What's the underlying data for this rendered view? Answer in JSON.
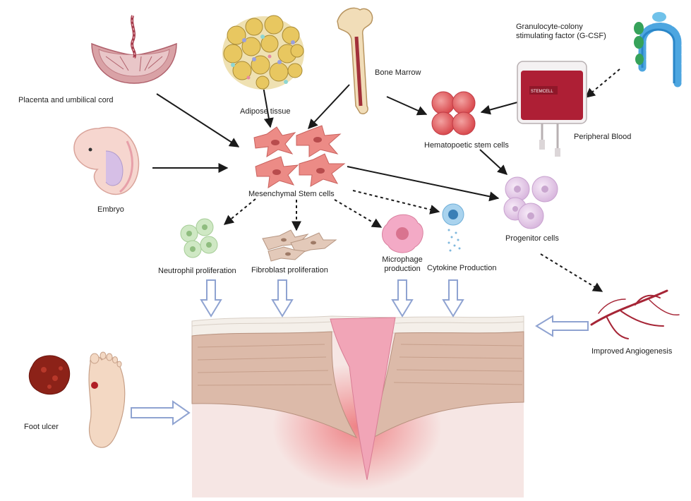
{
  "labels": {
    "placenta": "Placenta and umbilical cord",
    "adipose": "Adipose tissue",
    "bone_marrow": "Bone Marrow",
    "gcsf": "Granulocyte-colony stimulating factor (G-CSF)",
    "peripheral_blood": "Peripheral Blood",
    "hsc": "Hematopoetic stem cells",
    "embryo": "Embryo",
    "msc": "Mesenchymal Stem cells",
    "progenitor": "Progenitor cells",
    "neutrophil": "Neutrophil proliferation",
    "fibroblast": "Fibroblast proliferation",
    "microphage": "Microphage production",
    "cytokine": "Cytokine Production",
    "angiogenesis": "Improved Angiogenesis",
    "foot_ulcer": "Foot ulcer"
  },
  "blood_bag_brand": "STEMCELL",
  "colors": {
    "arrow": "#1a1a1a",
    "hollow_arrow_stroke": "#8fa3d1",
    "msc_cells": "#e9827d",
    "hsc_cells": "#e0585a",
    "progenitor_cells": "#e3c8e6",
    "neutrophil": "#cfe8c4",
    "fibroblast": "#e3c9b9",
    "macrophage": "#f2a8c4",
    "cytokine_cell": "#a9d3ee",
    "blood_bag": "#b01f34",
    "vessels": "#9e2232",
    "wound": "#f0a8b8",
    "skin_dermis": "#f5e3e1",
    "skin_epidermis": "#d9b8a8"
  },
  "icons": [
    "placenta-icon",
    "adipose-tissue-icon",
    "bone-marrow-icon",
    "gcsf-antibody-icon",
    "blood-bag-icon",
    "hematopoietic-stem-cells-icon",
    "embryo-icon",
    "mesenchymal-stem-cells-icon",
    "progenitor-cells-icon",
    "neutrophil-icon",
    "fibroblast-icon",
    "macrophage-icon",
    "cytokine-cell-icon",
    "blood-vessels-icon",
    "foot-ulcer-icon",
    "foot-icon",
    "skin-wound-icon"
  ]
}
